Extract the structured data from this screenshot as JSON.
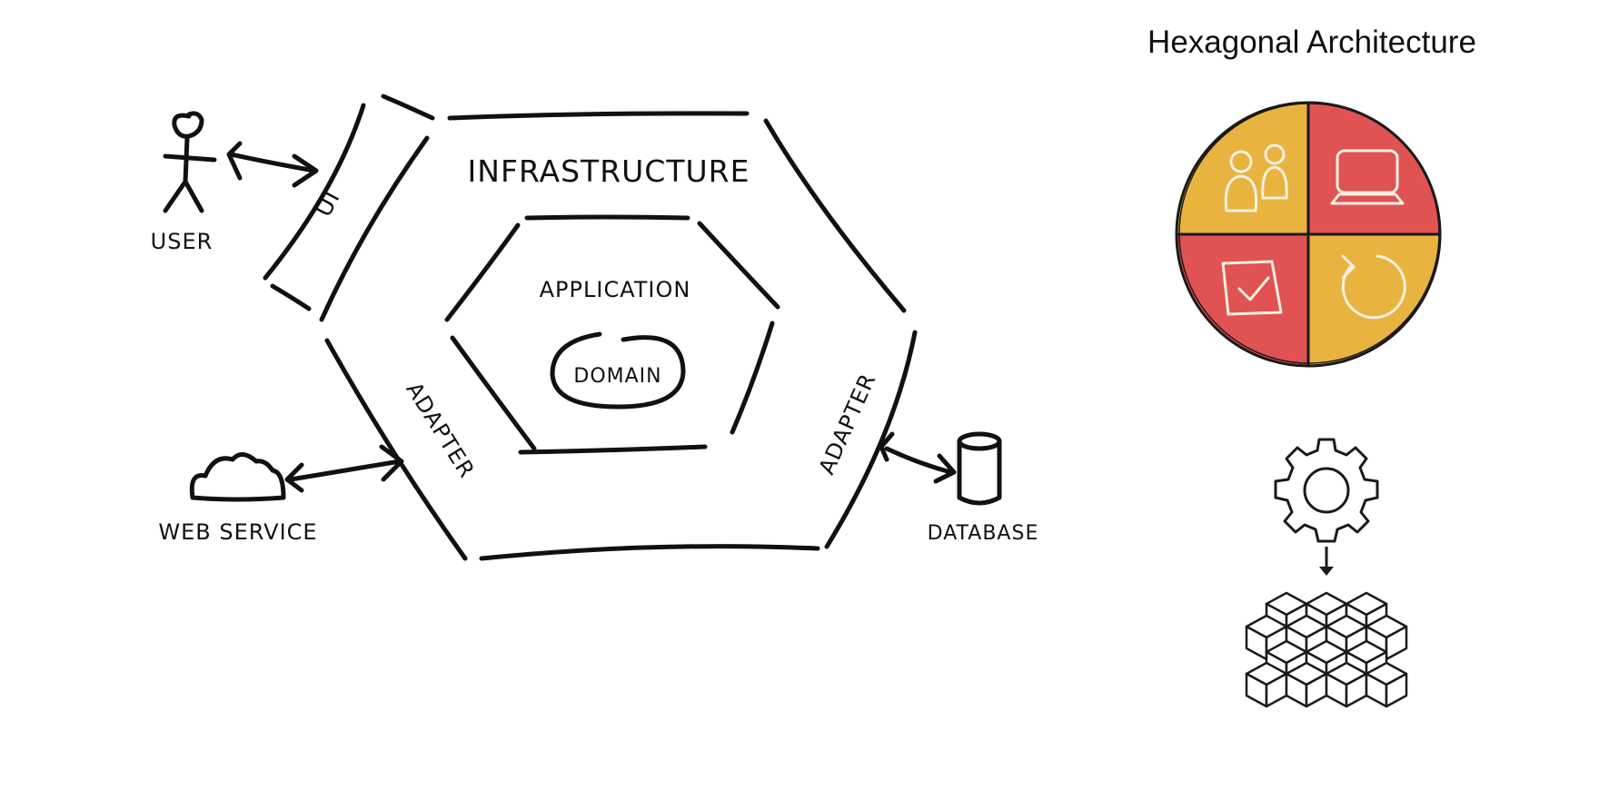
{
  "title": "Hexagonal Architecture",
  "diagram": {
    "labels": {
      "infrastructure": "INFRASTRUCTURE",
      "application": "APPLICATION",
      "domain": "DOMAIN",
      "ui": "UI",
      "adapter_left": "ADAPTER",
      "adapter_right": "ADAPTER",
      "user": "USER",
      "web_service": "WEB SERVICE",
      "database": "DATABASE"
    }
  },
  "colors": {
    "ink": "#111111",
    "quadrant_yellow": "#e8b43f",
    "quadrant_red": "#e15252",
    "chalk": "#f6f0e0"
  },
  "icons": {
    "users": "users-icon",
    "monitor": "monitor-icon",
    "checklist": "checkbox-icon",
    "refresh": "refresh-icon",
    "gear": "gear-icon",
    "cubes": "cubes-icon",
    "arrow": "arrow-down-icon"
  }
}
